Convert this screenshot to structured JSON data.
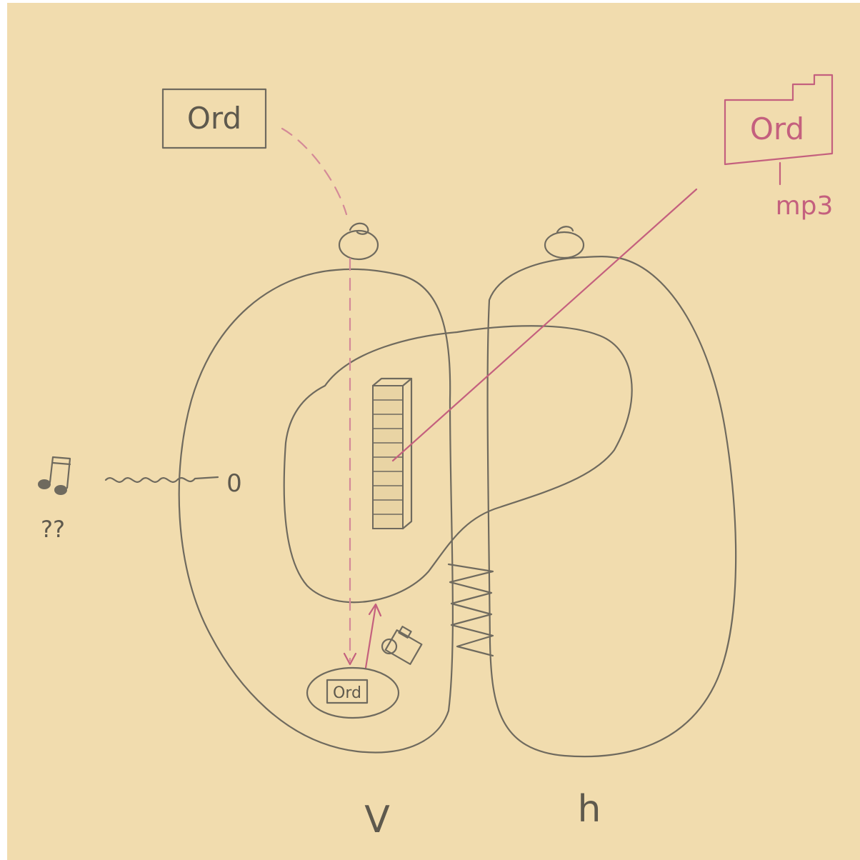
{
  "labels": {
    "top_left_box": "Ord",
    "top_right_box": "Ord",
    "file_ext": "mp3",
    "inner_box": "Ord",
    "left_mark": "0",
    "question": "??",
    "left_hemisphere": "V",
    "right_hemisphere": "h"
  },
  "colors": {
    "paper": "#f1dcae",
    "pencil": "#6f6a5e",
    "pink": "#c4607e",
    "pink_dashed": "#d48a98"
  },
  "icons": [
    "music-notes-icon",
    "camera-icon",
    "filing-cabinet-icon",
    "ear-icon"
  ]
}
